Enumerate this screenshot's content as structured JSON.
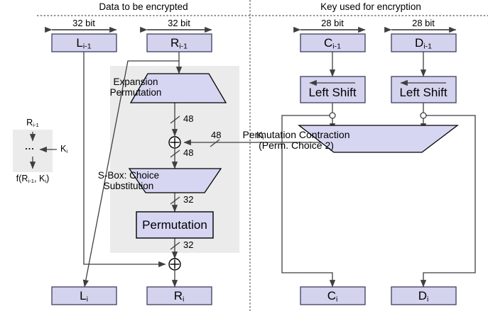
{
  "headers": {
    "left": "Data to be encrypted",
    "right": "Key used for encryption"
  },
  "bit_labels": {
    "l_prev": "32 bit",
    "r_prev": "32 bit",
    "c_prev": "28 bit",
    "d_prev": "28 bit"
  },
  "top_boxes": [
    {
      "id": "L-prev",
      "base": "L",
      "sub": "i-1"
    },
    {
      "id": "R-prev",
      "base": "R",
      "sub": "i-1"
    },
    {
      "id": "C-prev",
      "base": "C",
      "sub": "i-1"
    },
    {
      "id": "D-prev",
      "base": "D",
      "sub": "i-1"
    }
  ],
  "bottom_boxes": [
    {
      "id": "L-out",
      "base": "L",
      "sub": "i"
    },
    {
      "id": "R-out",
      "base": "R",
      "sub": "i"
    },
    {
      "id": "C-out",
      "base": "C",
      "sub": "i"
    },
    {
      "id": "D-out",
      "base": "D",
      "sub": "i"
    }
  ],
  "blocks": {
    "expansion_line1": "Expansion",
    "expansion_line2": "Permutation",
    "sbox_line1": "S-Box: Choice",
    "sbox_line2": "Substitution",
    "permutation": "Permutation",
    "left_shift_1": "Left Shift",
    "left_shift_2": "Left Shift",
    "perm_contraction_line1": "Permutation Contraction",
    "perm_contraction_line2": "(Perm. Choice 2)"
  },
  "wire_labels": {
    "expansion_out": "48",
    "key_in": "48",
    "xor_out": "48",
    "sbox_out": "32",
    "perm_out": "32",
    "subkey": "K",
    "subkey_sub": "i"
  },
  "legend": {
    "input_base": "R",
    "input_sub": "i-1",
    "dots": "...",
    "key_base": "K",
    "key_sub": "i",
    "output": "f(R",
    "output_sub1": "i-1",
    "output_mid": ", K",
    "output_sub2": "i",
    "output_end": ")"
  },
  "colors": {
    "box_fill": "#d3d3ee",
    "box_stroke": "#4a4a6a",
    "shape_fill": "#d6d6f2",
    "region_fill": "#ebebeb",
    "line": "#3f3f3f",
    "divider": "#555555",
    "text": "#000000"
  }
}
